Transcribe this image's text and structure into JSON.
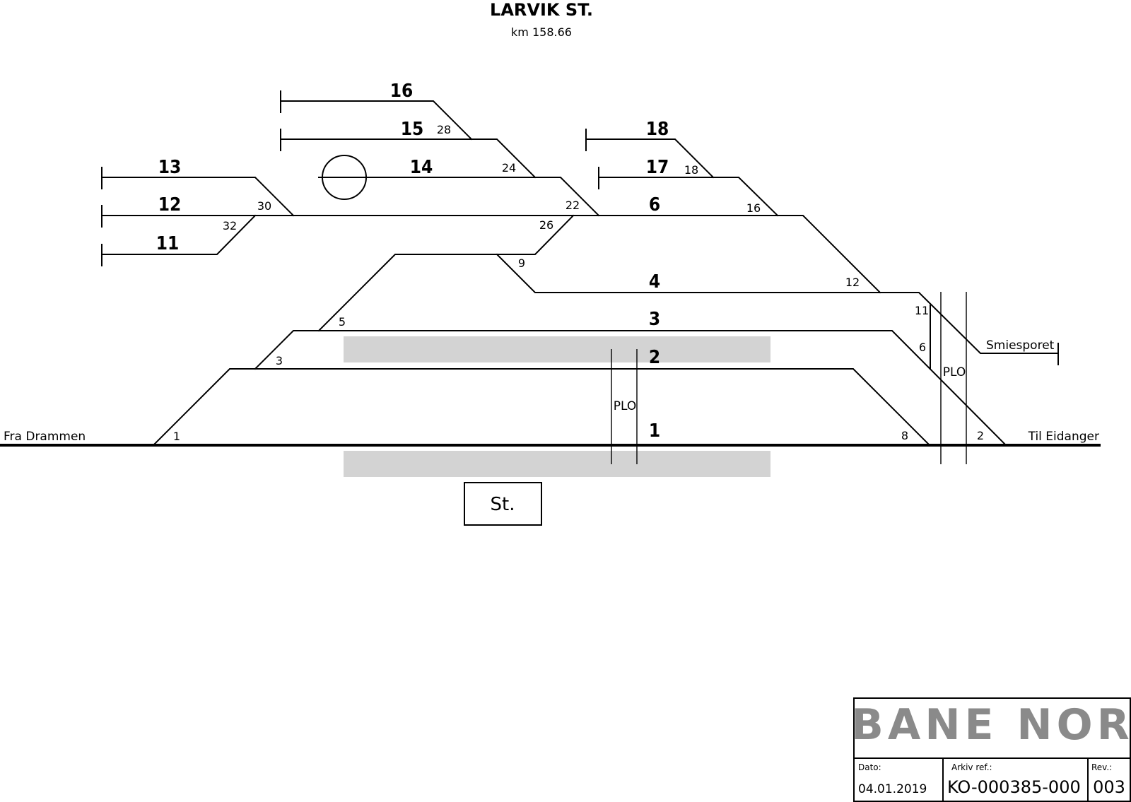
{
  "title": "LARVIK ST.",
  "subtitle": "km 158.66",
  "tracks": {
    "t1": "1",
    "t2": "2",
    "t3": "3",
    "t4": "4",
    "t6": "6",
    "t11": "11",
    "t12": "12",
    "t13": "13",
    "t14": "14",
    "t15": "15",
    "t16": "16",
    "t17": "17",
    "t18": "18"
  },
  "switches": {
    "s1": "1",
    "s2": "2",
    "s3": "3",
    "s5": "5",
    "s6": "6",
    "s8": "8",
    "s9": "9",
    "s11": "11",
    "s12": "12",
    "s16": "16",
    "s18": "18",
    "s22": "22",
    "s24": "24",
    "s26": "26",
    "s28": "28",
    "s30": "30",
    "s32": "32"
  },
  "labels": {
    "from": "Fra Drammen",
    "to": "Til Eidanger",
    "siding": "Smiesporet",
    "plo": "PLO",
    "station": "St."
  },
  "title_block": {
    "logo": "BANE NOR",
    "date_label": "Dato:",
    "date": "04.01.2019",
    "archive_label": "Arkiv ref.:",
    "archive": "KO-000385-000",
    "rev_label": "Rev.:",
    "rev": "003"
  },
  "colors": {
    "platform": "#d3d3d3",
    "logo": "#8a8a8a"
  }
}
